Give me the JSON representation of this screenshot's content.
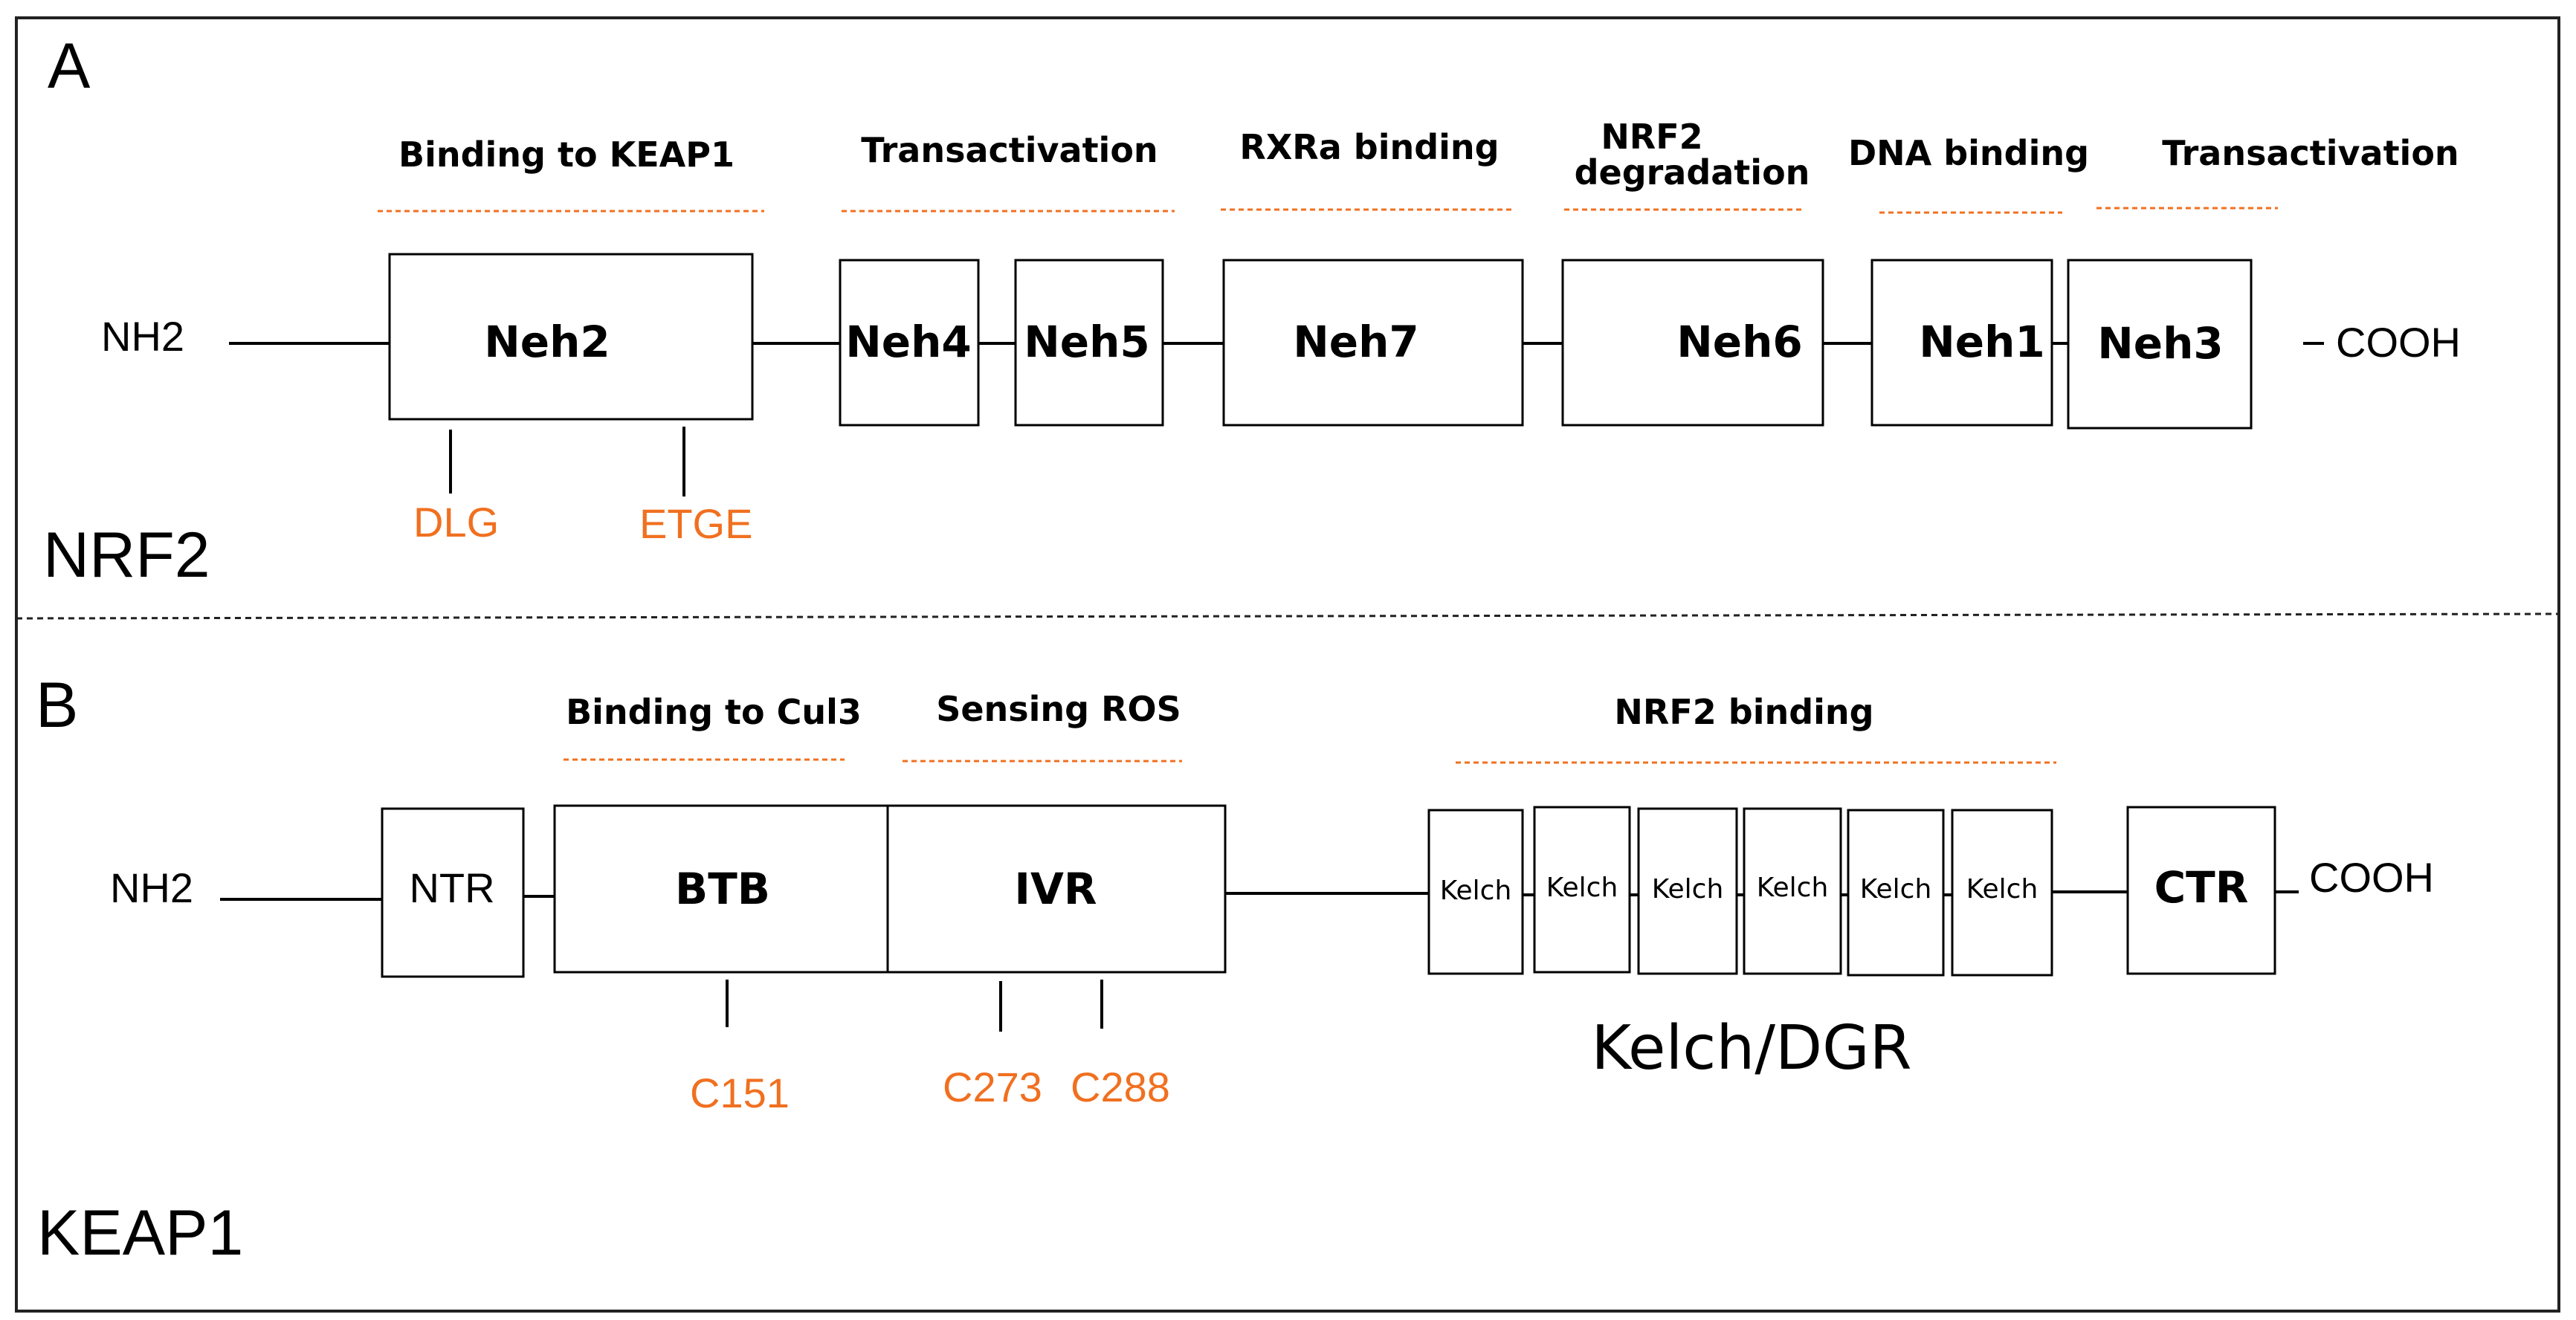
{
  "colors": {
    "accent": "#f07020",
    "line": "#000000",
    "background": "#ffffff"
  },
  "panel_a": {
    "letter": "A",
    "protein": "NRF2",
    "n_terminus": "NH2",
    "c_terminus": "COOH",
    "functions": [
      "Binding to KEAP1",
      "Transactivation",
      "RXRa binding",
      "NRF2",
      "degradation",
      "DNA binding",
      "Transactivation"
    ],
    "domains": [
      "Neh2",
      "Neh4",
      "Neh5",
      "Neh7",
      "Neh6",
      "Neh1",
      "Neh3"
    ],
    "motifs": [
      "DLG",
      "ETGE"
    ]
  },
  "panel_b": {
    "letter": "B",
    "protein": "KEAP1",
    "n_terminus": "NH2",
    "c_terminus": "COOH",
    "functions": [
      "Binding to Cul3",
      "Sensing ROS",
      "NRF2 binding"
    ],
    "domains": [
      "NTR",
      "BTB",
      "IVR",
      "CTR"
    ],
    "kelch_repeats": [
      "Kelch",
      "Kelch",
      "Kelch",
      "Kelch",
      "Kelch",
      "Kelch"
    ],
    "kelch_group_label": "Kelch/DGR",
    "cysteines": [
      "C151",
      "C273",
      "C288"
    ]
  }
}
